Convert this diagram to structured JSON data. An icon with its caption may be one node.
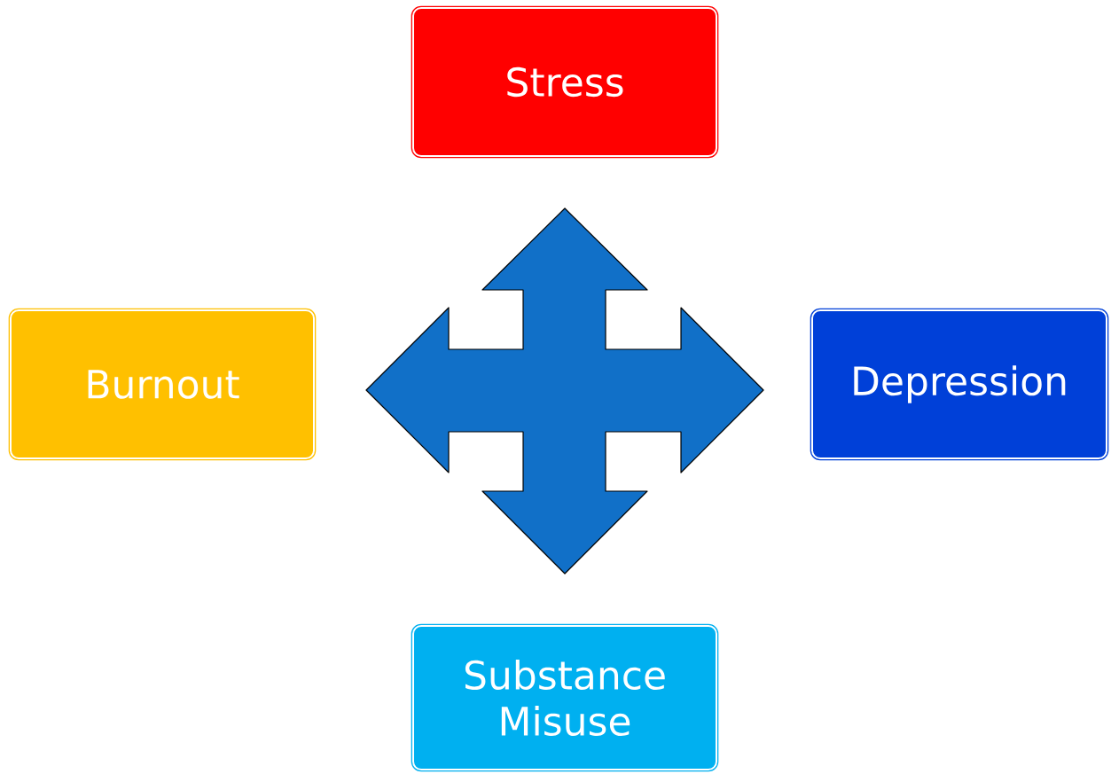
{
  "diagram": {
    "nodes": [
      {
        "text": [
          "Stress"
        ]
      },
      {
        "text": [
          "Burnout"
        ]
      },
      {
        "text": [],
        "shape": "arrow"
      },
      {
        "text": [
          "Depression"
        ]
      },
      {
        "text": [
          "Substance Misuse"
        ]
      }
    ]
  }
}
